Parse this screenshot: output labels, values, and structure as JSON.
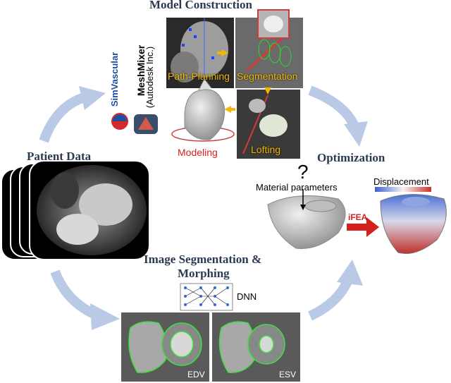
{
  "sections": {
    "model_construction": "Model Construction",
    "patient_data": "Patient Data",
    "optimization": "Optimization",
    "image_segmentation_line1": "Image Segmentation &",
    "image_segmentation_line2": "Morphing"
  },
  "tools": {
    "simvascular": "SimVascular",
    "meshmixer": "MeshMixer",
    "meshmixer_vendor": "(Autodesk Inc.)"
  },
  "steps": {
    "path_planning": "Path-Planning",
    "segmentation": "Segmentation",
    "modeling": "Modeling",
    "lofting": "Lofting"
  },
  "optimization": {
    "question_mark": "?",
    "material_parameters": "Material parameters",
    "ifea": "iFEA",
    "displacement": "Displacement"
  },
  "segmentation": {
    "dnn": "DNN",
    "edv": "EDV",
    "esv": "ESV"
  },
  "colors": {
    "cycle_arrow": "#b9c9e6",
    "step_label": "#f2b705",
    "modeling_label": "#d41f1f",
    "contour": "#3ee03e",
    "ifea_arrow": "#d41f1f"
  }
}
